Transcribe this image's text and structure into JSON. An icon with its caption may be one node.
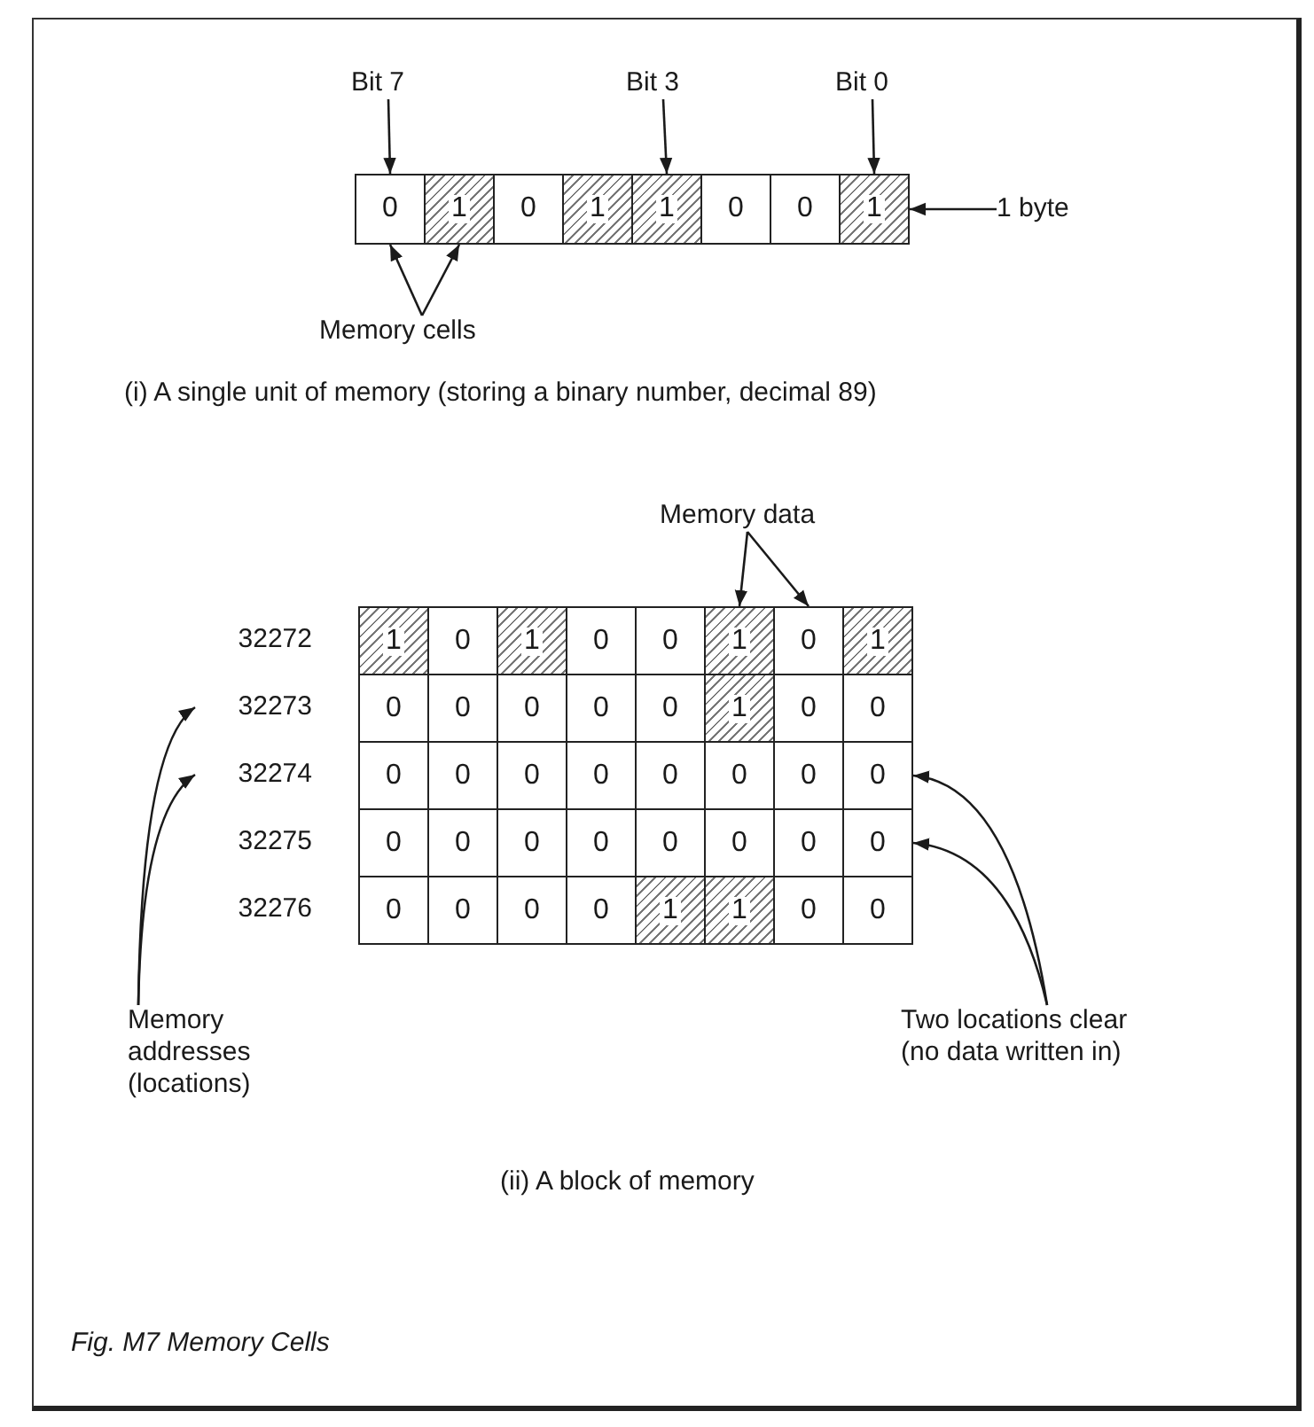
{
  "diagram": {
    "caption": "Fig. M7 Memory Cells",
    "nodes": [
      {
        "text": [
          "Bit 7"
        ]
      },
      {
        "text": [
          "Bit 3"
        ]
      },
      {
        "text": [
          "Bit 0"
        ]
      },
      {
        "text": [
          "0"
        ]
      },
      {
        "text": [
          "1"
        ]
      },
      {
        "text": [
          "0"
        ]
      },
      {
        "text": [
          "1"
        ]
      },
      {
        "text": [
          "1"
        ]
      },
      {
        "text": [
          "0"
        ]
      },
      {
        "text": [
          "0"
        ]
      },
      {
        "text": [
          "1"
        ]
      },
      {
        "text": [
          "1 byte"
        ]
      },
      {
        "text": [
          "Memory cells"
        ]
      },
      {
        "text": [
          "Memory data"
        ]
      },
      {
        "text": [
          "32272"
        ]
      },
      {
        "text": [
          "32273"
        ]
      },
      {
        "text": [
          "32274"
        ]
      },
      {
        "text": [
          "32275"
        ]
      },
      {
        "text": [
          "32276"
        ]
      },
      {
        "text": [
          "1"
        ]
      },
      {
        "text": [
          "0"
        ]
      },
      {
        "text": [
          "1"
        ]
      },
      {
        "text": [
          "0"
        ]
      },
      {
        "text": [
          "0"
        ]
      },
      {
        "text": [
          "1"
        ]
      },
      {
        "text": [
          "0"
        ]
      },
      {
        "text": [
          "1"
        ]
      },
      {
        "text": [
          "0"
        ]
      },
      {
        "text": [
          "0"
        ]
      },
      {
        "text": [
          "0"
        ]
      },
      {
        "text": [
          "0"
        ]
      },
      {
        "text": [
          "0"
        ]
      },
      {
        "text": [
          "1"
        ]
      },
      {
        "text": [
          "0"
        ]
      },
      {
        "text": [
          "0"
        ]
      },
      {
        "text": [
          "0"
        ]
      },
      {
        "text": [
          "0"
        ]
      },
      {
        "text": [
          "0"
        ]
      },
      {
        "text": [
          "0"
        ]
      },
      {
        "text": [
          "0"
        ]
      },
      {
        "text": [
          "0"
        ]
      },
      {
        "text": [
          "0"
        ]
      },
      {
        "text": [
          "0"
        ]
      },
      {
        "text": [
          "0"
        ]
      },
      {
        "text": [
          "0"
        ]
      },
      {
        "text": [
          "0"
        ]
      },
      {
        "text": [
          "0"
        ]
      },
      {
        "text": [
          "0"
        ]
      },
      {
        "text": [
          "0"
        ]
      },
      {
        "text": [
          "0"
        ]
      },
      {
        "text": [
          "0"
        ]
      },
      {
        "text": [
          "0"
        ]
      },
      {
        "text": [
          "0"
        ]
      },
      {
        "text": [
          "0"
        ]
      },
      {
        "text": [
          "0"
        ]
      },
      {
        "text": [
          "1"
        ]
      },
      {
        "text": [
          "1"
        ]
      },
      {
        "text": [
          "0"
        ]
      },
      {
        "text": [
          "0"
        ]
      },
      {
        "text": [
          "Memory addresses (locations)"
        ]
      },
      {
        "text": [
          "Two locations clear (no data written in)"
        ]
      }
    ],
    "edges": [
      {
        "from": 0,
        "to": 3,
        "arrow": "to"
      },
      {
        "from": 1,
        "to": 7,
        "arrow": "to"
      },
      {
        "from": 2,
        "to": 10,
        "arrow": "to"
      },
      {
        "from": 11,
        "to": 10,
        "arrow": "to"
      },
      {
        "from": 12,
        "to": 3,
        "arrow": "to"
      },
      {
        "from": 12,
        "to": 4,
        "arrow": "to"
      },
      {
        "from": 13,
        "to": 24,
        "arrow": "to"
      },
      {
        "from": 13,
        "to": 25,
        "arrow": "to"
      },
      {
        "from": 59,
        "to": 15,
        "arrow": "to"
      },
      {
        "from": 59,
        "to": 16,
        "arrow": "to"
      },
      {
        "from": 60,
        "to": 42,
        "arrow": "to"
      },
      {
        "from": 60,
        "to": 50,
        "arrow": "to"
      }
    ],
    "labels": [
      "(i) A single unit of memory (storing a binary number, decimal 89)",
      "(ii) A block of memory"
    ]
  }
}
